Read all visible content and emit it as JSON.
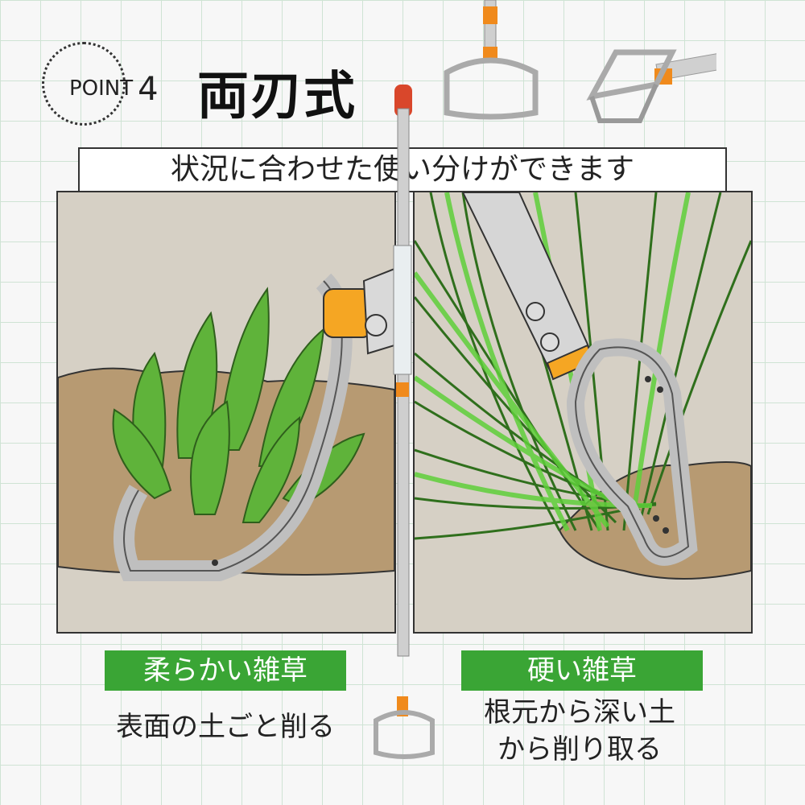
{
  "badge": {
    "label": "POINT",
    "number": "4"
  },
  "headline": "両刃式",
  "subtitle": "状況に合わせた使い分けができます",
  "left": {
    "label": "柔らかい雑草",
    "description": "表面の土ごと削る"
  },
  "right": {
    "label": "硬い雑草",
    "description_line1": "根元から深い土",
    "description_line2": "から削り取る"
  },
  "colors": {
    "accent_green": "#3aa535",
    "handle_orange": "#f08a1c",
    "soil": "#b79a72",
    "panel_bg": "#d6d0c5",
    "blade_silver": "#c9c9c9"
  }
}
